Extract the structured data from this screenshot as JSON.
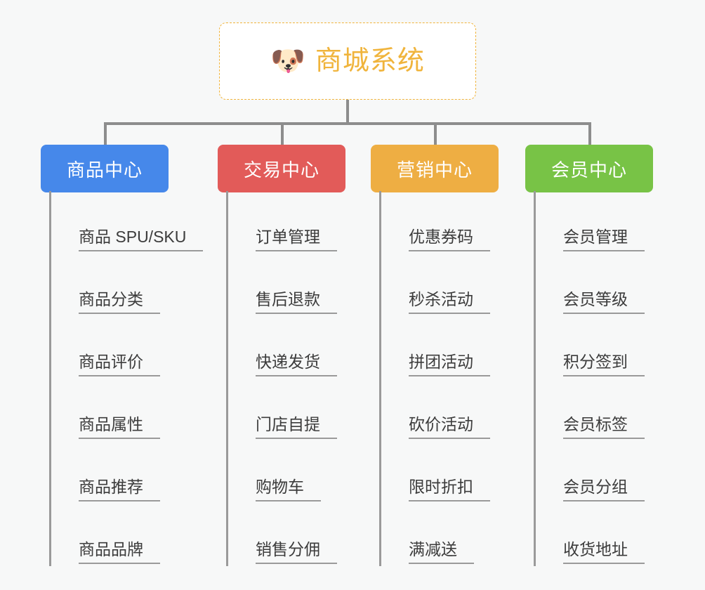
{
  "diagram": {
    "type": "org-chart",
    "background_color": "#f7f8f8",
    "connector_color": "#8d8d8d",
    "root": {
      "icon": "dog-face-emoji",
      "icon_glyph": "🐶",
      "title": "商城系统",
      "text_color": "#f0b43c",
      "border_color": "#f0b43c",
      "background_color": "#ffffff"
    },
    "branches": [
      {
        "label": "商品中心",
        "color": "#4688ea",
        "items": [
          "商品 SPU/SKU",
          "商品分类",
          "商品评价",
          "商品属性",
          "商品推荐",
          "商品品牌"
        ]
      },
      {
        "label": "交易中心",
        "color": "#e25b59",
        "items": [
          "订单管理",
          "售后退款",
          "快递发货",
          "门店自提",
          "购物车",
          "销售分佣"
        ]
      },
      {
        "label": "营销中心",
        "color": "#eeae43",
        "items": [
          "优惠券码",
          "秒杀活动",
          "拼团活动",
          "砍价活动",
          "限时折扣",
          "满减送"
        ]
      },
      {
        "label": "会员中心",
        "color": "#78c346",
        "items": [
          "会员管理",
          "会员等级",
          "积分签到",
          "会员标签",
          "会员分组",
          "收货地址"
        ]
      }
    ]
  }
}
